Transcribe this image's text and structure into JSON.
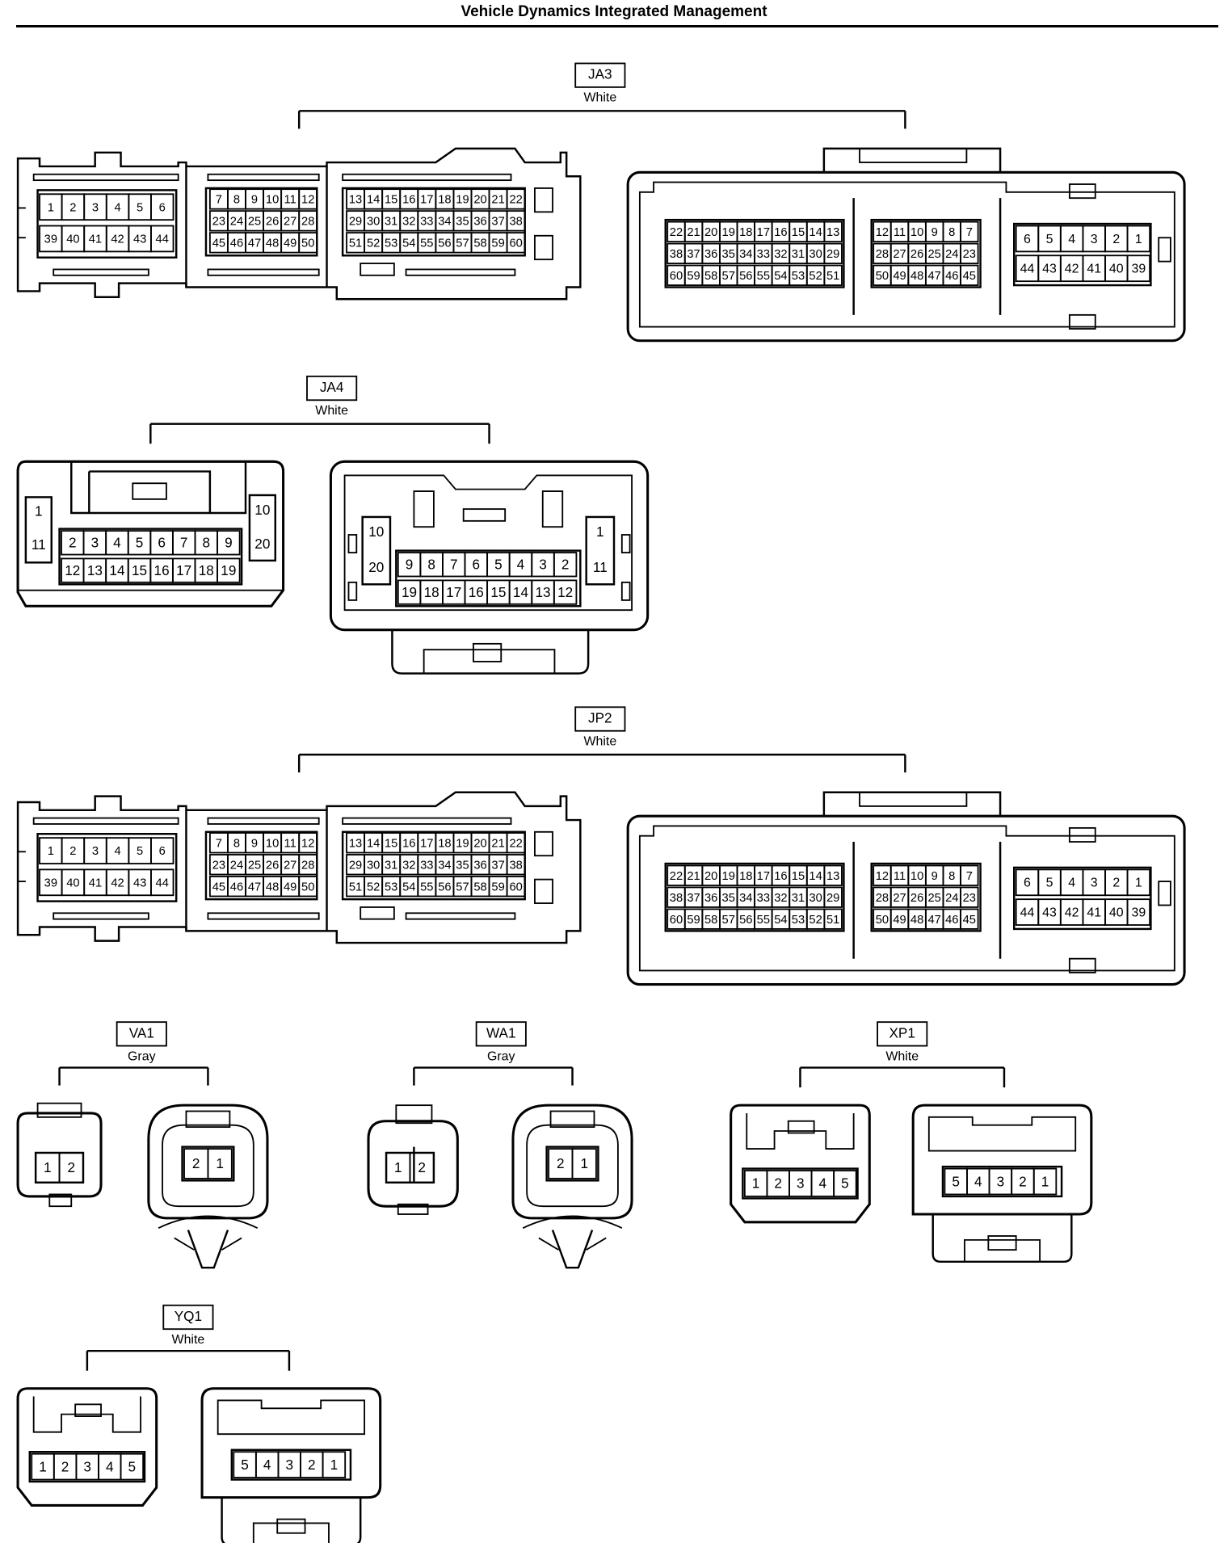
{
  "title": "Vehicle Dynamics Integrated Management",
  "connectors": [
    {
      "id": "JA3",
      "color": "White"
    },
    {
      "id": "JA4",
      "color": "White"
    },
    {
      "id": "JP2",
      "color": "White"
    },
    {
      "id": "VA1",
      "color": "Gray"
    },
    {
      "id": "WA1",
      "color": "Gray"
    },
    {
      "id": "XP1",
      "color": "White"
    },
    {
      "id": "YQ1",
      "color": "White"
    }
  ],
  "pins": {
    "ecu_left": [
      [
        "1",
        "2",
        "3",
        "4",
        "5",
        "6"
      ],
      [
        "39",
        "40",
        "41",
        "42",
        "43",
        "44"
      ],
      [
        "7",
        "8",
        "9",
        "10",
        "11",
        "12"
      ],
      [
        "23",
        "24",
        "25",
        "26",
        "27",
        "28"
      ],
      [
        "45",
        "46",
        "47",
        "48",
        "49",
        "50"
      ],
      [
        "13",
        "14",
        "15",
        "16",
        "17",
        "18",
        "19",
        "20",
        "21",
        "22"
      ],
      [
        "29",
        "30",
        "31",
        "32",
        "33",
        "34",
        "35",
        "36",
        "37",
        "38"
      ],
      [
        "51",
        "52",
        "53",
        "54",
        "55",
        "56",
        "57",
        "58",
        "59",
        "60"
      ]
    ],
    "ecu_right": [
      [
        "22",
        "21",
        "20",
        "19",
        "18",
        "17",
        "16",
        "15",
        "14",
        "13"
      ],
      [
        "38",
        "37",
        "36",
        "35",
        "34",
        "33",
        "32",
        "31",
        "30",
        "29"
      ],
      [
        "60",
        "59",
        "58",
        "57",
        "56",
        "55",
        "54",
        "53",
        "52",
        "51"
      ],
      [
        "12",
        "11",
        "10",
        "9",
        "8",
        "7"
      ],
      [
        "28",
        "27",
        "26",
        "25",
        "24",
        "23"
      ],
      [
        "50",
        "49",
        "48",
        "47",
        "46",
        "45"
      ],
      [
        "6",
        "5",
        "4",
        "3",
        "2",
        "1"
      ],
      [
        "44",
        "43",
        "42",
        "41",
        "40",
        "39"
      ]
    ],
    "ja4_left": {
      "top": [
        "2",
        "3",
        "4",
        "5",
        "6",
        "7",
        "8",
        "9"
      ],
      "bottom": [
        "12",
        "13",
        "14",
        "15",
        "16",
        "17",
        "18",
        "19"
      ],
      "side_left": [
        "1",
        "11"
      ],
      "side_right": [
        "10",
        "20"
      ]
    },
    "ja4_right": {
      "top": [
        "9",
        "8",
        "7",
        "6",
        "5",
        "4",
        "3",
        "2"
      ],
      "bottom": [
        "19",
        "18",
        "17",
        "16",
        "15",
        "14",
        "13",
        "12"
      ],
      "side_left": [
        "10",
        "20"
      ],
      "side_right": [
        "1",
        "11"
      ]
    },
    "two_pin_left": [
      "1",
      "2"
    ],
    "two_pin_right": [
      "2",
      "1"
    ],
    "five_pin_left": [
      "1",
      "2",
      "3",
      "4",
      "5"
    ],
    "five_pin_right": [
      "5",
      "4",
      "3",
      "2",
      "1"
    ]
  }
}
